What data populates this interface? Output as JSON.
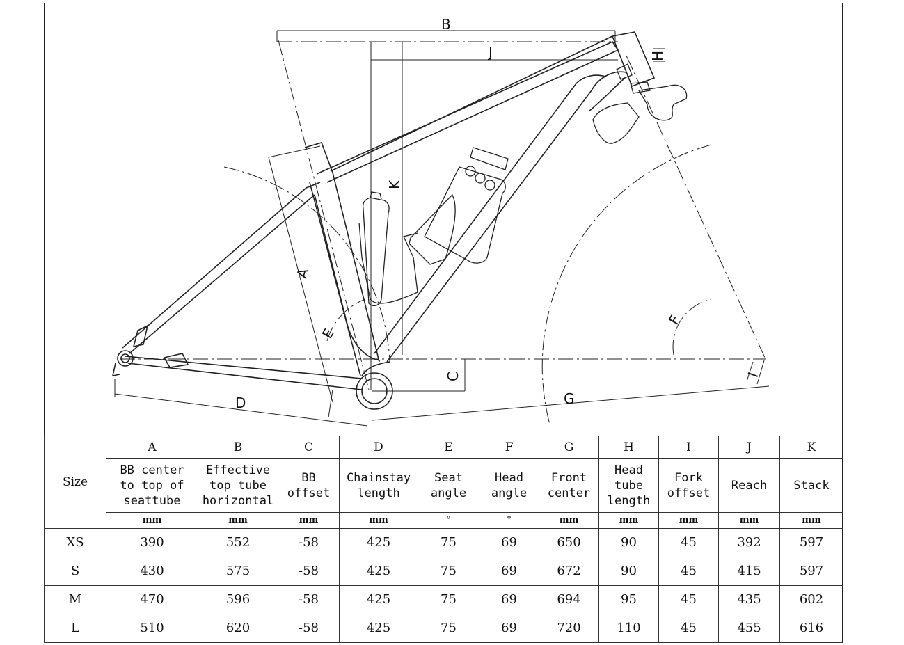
{
  "diagram": {
    "dimension_letters": [
      "A",
      "B",
      "C",
      "D",
      "E",
      "F",
      "G",
      "H",
      "I",
      "J",
      "K"
    ],
    "icons": [
      "bicycle-frame-drawing",
      "water-bottle-icon",
      "bottle-cage-icon"
    ]
  },
  "table": {
    "size_header": "Size",
    "columns": [
      {
        "letter": "A",
        "desc": [
          "BB center",
          "to top of",
          "seattube"
        ],
        "unit": "mm"
      },
      {
        "letter": "B",
        "desc": [
          "Effective",
          "top tube",
          "horizontal"
        ],
        "unit": "mm"
      },
      {
        "letter": "C",
        "desc": [
          "BB",
          "offset"
        ],
        "unit": "mm"
      },
      {
        "letter": "D",
        "desc": [
          "Chainstay",
          "length"
        ],
        "unit": "mm"
      },
      {
        "letter": "E",
        "desc": [
          "Seat",
          "angle"
        ],
        "unit": "°"
      },
      {
        "letter": "F",
        "desc": [
          "Head",
          "angle"
        ],
        "unit": "°"
      },
      {
        "letter": "G",
        "desc": [
          "Front",
          "center"
        ],
        "unit": "mm"
      },
      {
        "letter": "H",
        "desc": [
          "Head",
          "tube",
          "length"
        ],
        "unit": "mm"
      },
      {
        "letter": "I",
        "desc": [
          "Fork",
          "offset"
        ],
        "unit": "mm"
      },
      {
        "letter": "J",
        "desc": [
          "Reach"
        ],
        "unit": "mm"
      },
      {
        "letter": "K",
        "desc": [
          "Stack"
        ],
        "unit": "mm"
      }
    ],
    "rows": [
      {
        "size": "XS",
        "values": [
          "390",
          "552",
          "-58",
          "425",
          "75",
          "69",
          "650",
          "90",
          "45",
          "392",
          "597"
        ]
      },
      {
        "size": "S",
        "values": [
          "430",
          "575",
          "-58",
          "425",
          "75",
          "69",
          "672",
          "90",
          "45",
          "415",
          "597"
        ]
      },
      {
        "size": "M",
        "values": [
          "470",
          "596",
          "-58",
          "425",
          "75",
          "69",
          "694",
          "95",
          "45",
          "435",
          "602"
        ]
      },
      {
        "size": "L",
        "values": [
          "510",
          "620",
          "-58",
          "425",
          "75",
          "69",
          "720",
          "110",
          "45",
          "455",
          "616"
        ]
      }
    ]
  }
}
